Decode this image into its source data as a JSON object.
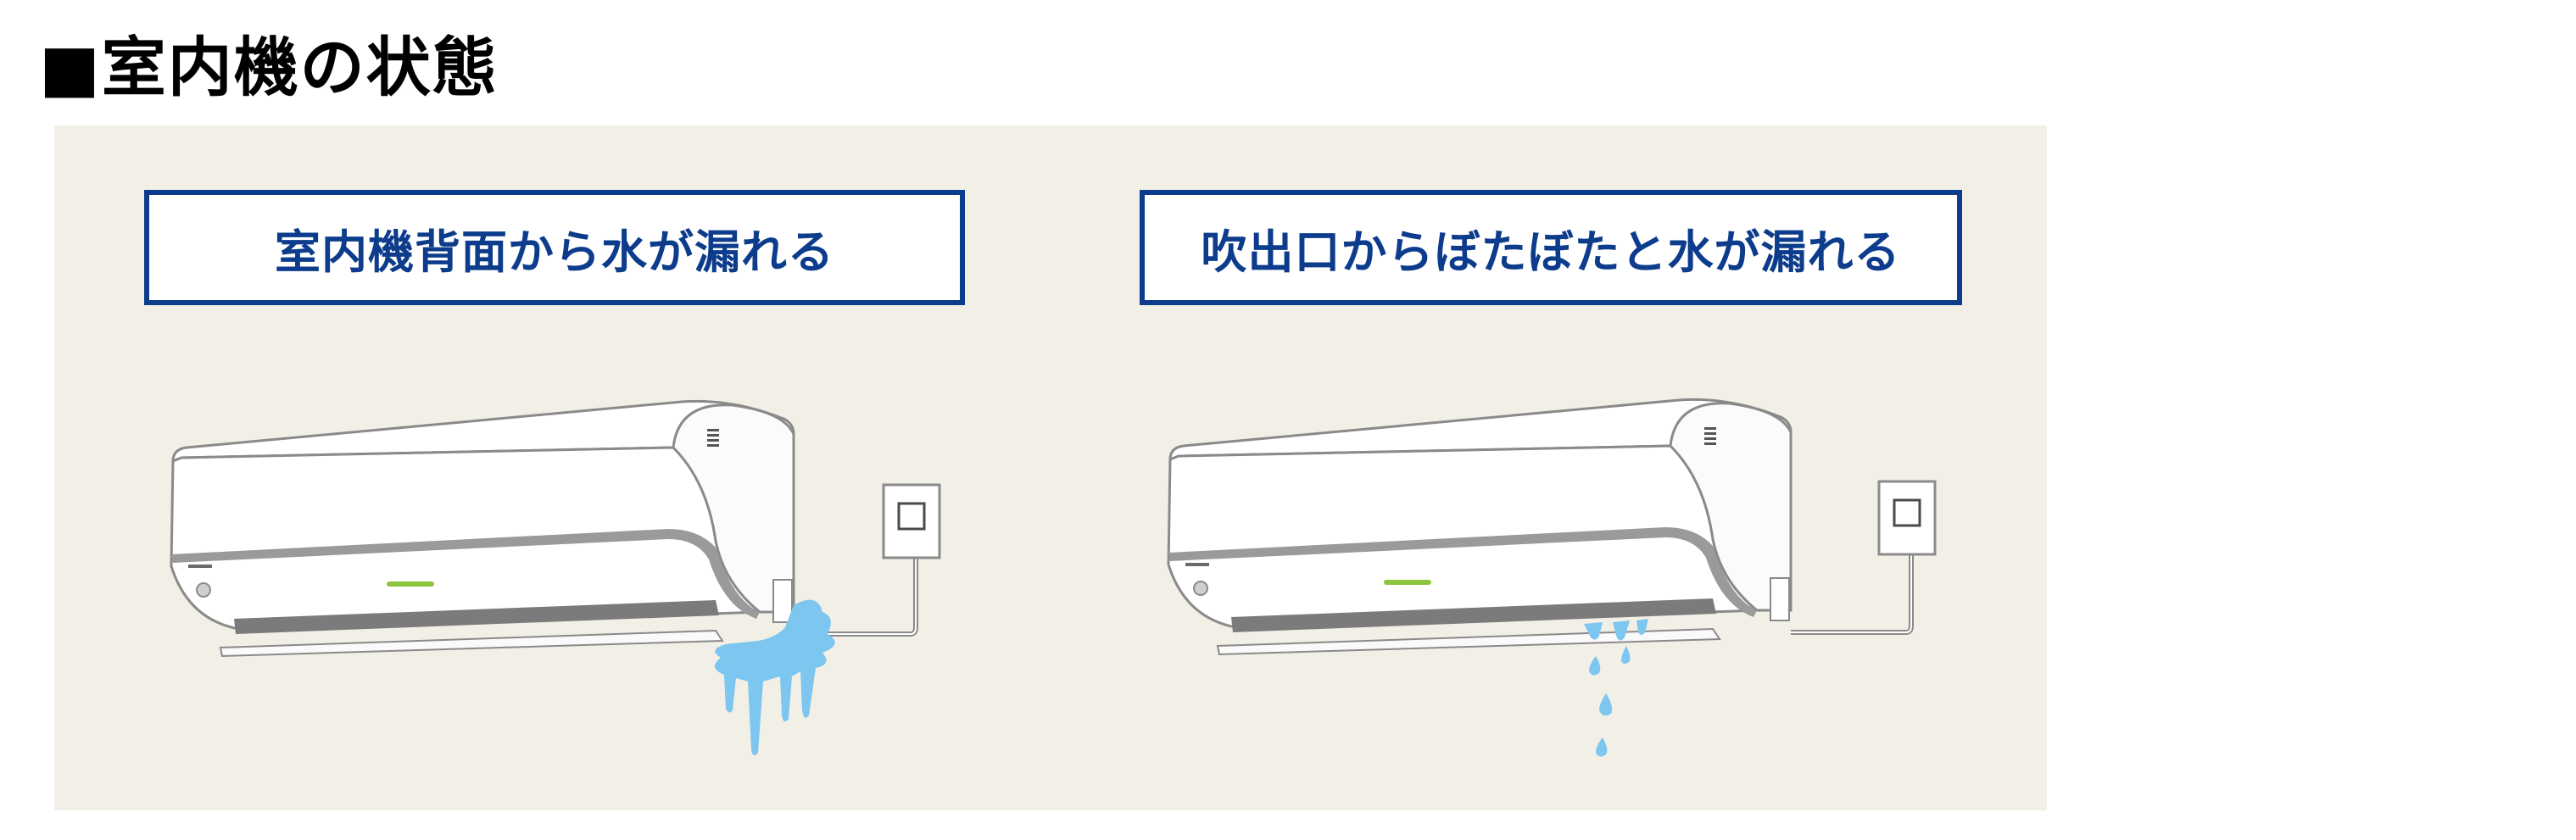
{
  "page": {
    "heading": "■室内機の状態"
  },
  "panels": [
    {
      "caption": "室内機背面から水が漏れる"
    },
    {
      "caption": "吹出口からぼたぼたと水が漏れる"
    }
  ],
  "colors": {
    "panel_background": "#f2f0e6",
    "caption_border": "#0d3c8c",
    "caption_text": "#0d3c8c",
    "water": "#7cc6f0",
    "indicator": "#8cc63f"
  },
  "icons": [
    "air-conditioner-icon",
    "wall-outlet-icon",
    "water-leak-icon",
    "water-drops-icon"
  ]
}
